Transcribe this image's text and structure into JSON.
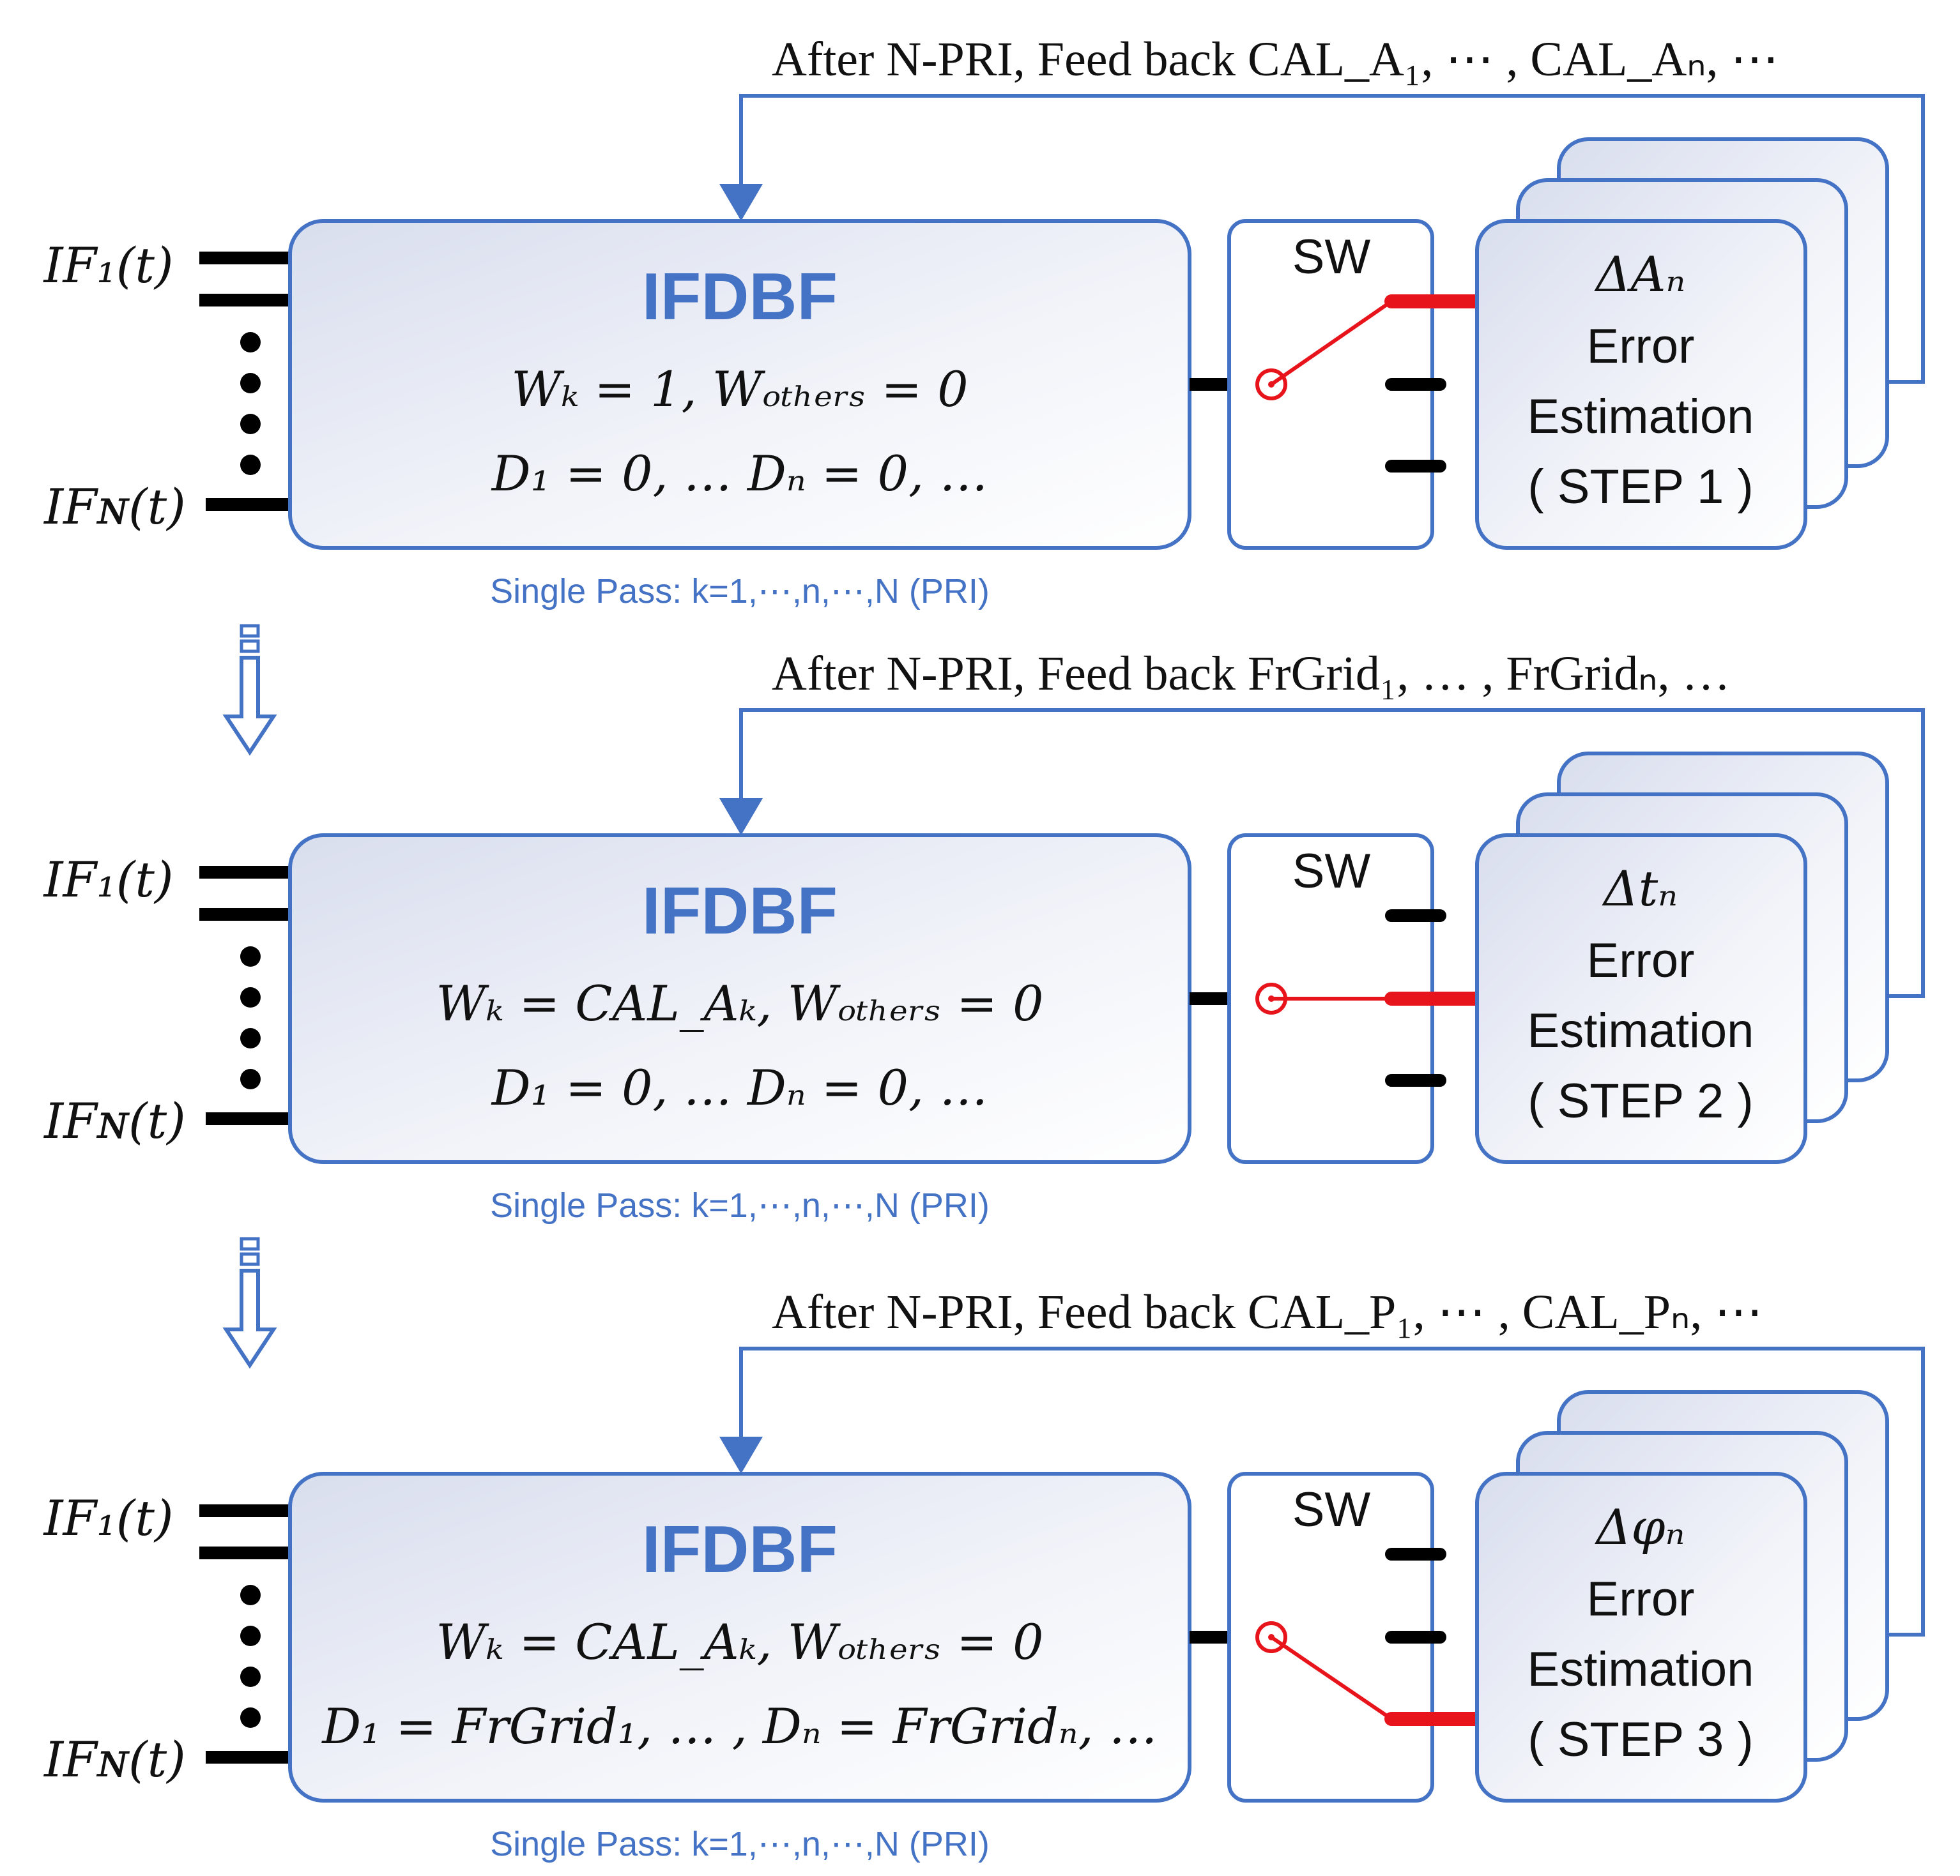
{
  "steps": [
    {
      "feedback_text": "After N-PRI, Feed back CAL_A₁, ⋯ , CAL_Aₙ, ⋯",
      "block_title": "IFDBF",
      "eq_line1": "Wₖ = 1, Wₒₜₕₑᵣₛ = 0",
      "eq_line2": "D₁ = 0, … Dₙ = 0, …",
      "input_top": "IF₁(t)",
      "input_bottom": "IFɴ(t)",
      "switch_label": "SW",
      "switch_position": "top",
      "estimator_delta": "ΔAₙ",
      "estimator_line1": "Error",
      "estimator_line2": "Estimation",
      "estimator_step": "( STEP 1 )",
      "pass_text": "Single Pass: k=1,⋯,n,⋯,N (PRI)"
    },
    {
      "feedback_text": "After N-PRI, Feed back FrGrid₁, … , FrGridₙ, …",
      "block_title": "IFDBF",
      "eq_line1": "Wₖ = CAL_Aₖ, Wₒₜₕₑᵣₛ = 0",
      "eq_line2": "D₁ = 0, … Dₙ = 0, …",
      "input_top": "IF₁(t)",
      "input_bottom": "IFɴ(t)",
      "switch_label": "SW",
      "switch_position": "middle",
      "estimator_delta": "Δtₙ",
      "estimator_line1": "Error",
      "estimator_line2": "Estimation",
      "estimator_step": "( STEP 2 )",
      "pass_text": "Single Pass: k=1,⋯,n,⋯,N (PRI)"
    },
    {
      "feedback_text": "After N-PRI, Feed back  CAL_P₁, ⋯ , CAL_Pₙ, ⋯",
      "block_title": "IFDBF",
      "eq_line1": "Wₖ = CAL_Aₖ, Wₒₜₕₑᵣₛ = 0",
      "eq_line2": "D₁ = FrGrid₁, … , Dₙ = FrGridₙ, …",
      "input_top": "IF₁(t)",
      "input_bottom": "IFɴ(t)",
      "switch_label": "SW",
      "switch_position": "bottom",
      "estimator_delta": "Δφₙ",
      "estimator_line1": "Error",
      "estimator_line2": "Estimation",
      "estimator_step": "( STEP 3 )",
      "pass_text": "Single Pass: k=1,⋯,n,⋯,N (PRI)"
    }
  ],
  "colors": {
    "accent": "#4472C4",
    "switch_active": "#E8141B",
    "wire": "#000000"
  }
}
